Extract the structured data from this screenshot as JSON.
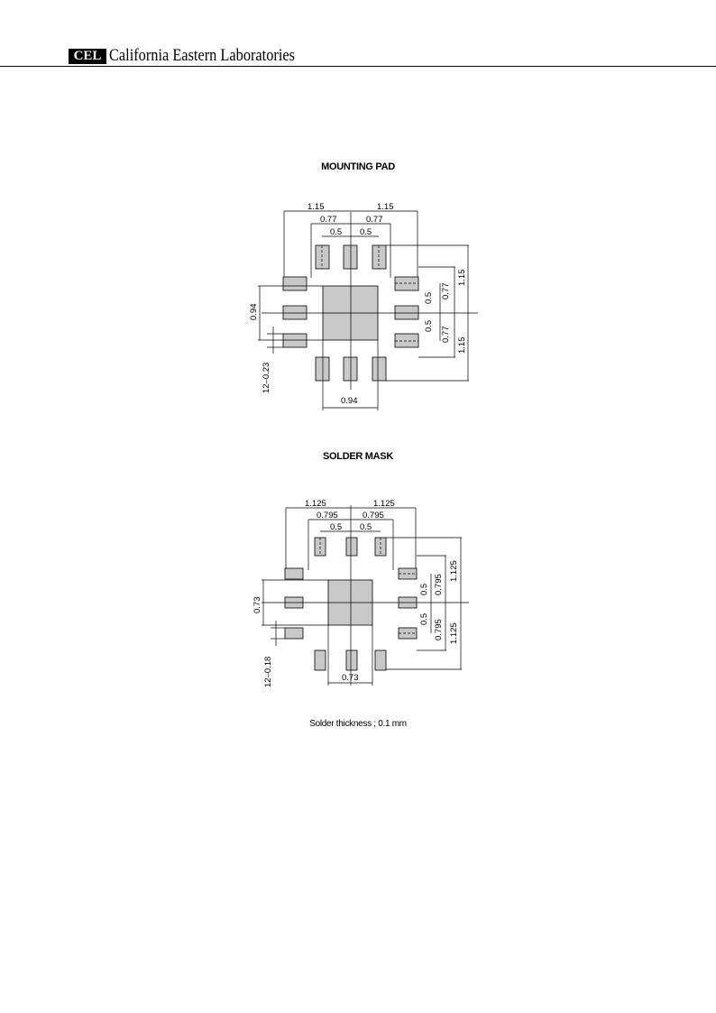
{
  "header": {
    "logo_text": "CEL",
    "company": "California Eastern Laboratories"
  },
  "mounting_pad": {
    "title": "MOUNTING PAD",
    "dims": {
      "top_outer_left": "1.15",
      "top_outer_right": "1.15",
      "top_mid_left": "0.77",
      "top_mid_right": "0.77",
      "top_inner_left": "0.5",
      "top_inner_right": "0.5",
      "right_inner_top": "0.5",
      "right_inner_bottom": "0.5",
      "right_mid_top": "0.77",
      "right_mid_bottom": "0.77",
      "right_outer_top": "1.15",
      "right_outer_bottom": "1.15",
      "left_height": "0.94",
      "left_pad_width": "12–0.23",
      "bottom_width": "0.94"
    }
  },
  "solder_mask": {
    "title": "SOLDER MASK",
    "dims": {
      "top_outer_left": "1.125",
      "top_outer_right": "1.125",
      "top_mid_left": "0.795",
      "top_mid_right": "0.795",
      "top_inner_left": "0.5",
      "top_inner_right": "0.5",
      "right_inner_top": "0.5",
      "right_inner_bottom": "0.5",
      "right_mid_top": "0.795",
      "right_mid_bottom": "0.795",
      "right_outer_top": "1.125",
      "right_outer_bottom": "1.125",
      "left_height": "0.73",
      "left_pad_width": "12–0.18",
      "bottom_width": "0.73"
    },
    "note": "Solder thickness ; 0.1 mm"
  }
}
